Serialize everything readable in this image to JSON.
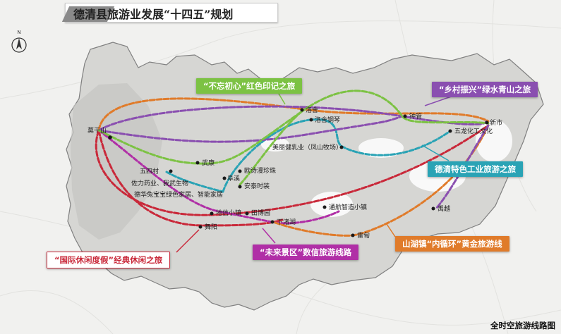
{
  "title": "德清县旅游业发展“十四五”规划",
  "north_label": "N",
  "caption": "全时空旅游线路图",
  "colors": {
    "route_red": "#c9293a",
    "route_orange": "#e07b2a",
    "route_green": "#7cc243",
    "route_purple": "#8a4fb0",
    "route_teal": "#2aa3b5",
    "county_fill": "#d9d9d6",
    "county_stroke": "#7a7a7a",
    "background": "#f3f3f1"
  },
  "routes": [
    {
      "id": "red",
      "label": "“国际休闲度假”经典休闲之旅",
      "color": "#c9293a",
      "text_color": "#c9293a",
      "bg": "#ffffff"
    },
    {
      "id": "purple_bright",
      "label": "“未来景区”数信旅游线路",
      "color": "#b02fa6",
      "text_color": "#ffffff",
      "bg": "#b02fa6"
    },
    {
      "id": "orange",
      "label": "山湖镇“内循环”黄金旅游线",
      "color": "#e07b2a",
      "text_color": "#ffffff",
      "bg": "#e07b2a"
    },
    {
      "id": "teal",
      "label": "德清特色工业旅游之旅",
      "color": "#2aa3b5",
      "text_color": "#ffffff",
      "bg": "#2aa3b5"
    },
    {
      "id": "purple",
      "label": "“乡村振兴”绿水青山之旅",
      "color": "#8a4fb0",
      "text_color": "#ffffff",
      "bg": "#8a4fb0"
    },
    {
      "id": "green",
      "label": "“不忘初心”红色印记之旅",
      "color": "#7cc243",
      "text_color": "#ffffff",
      "bg": "#7cc243"
    }
  ],
  "places": [
    {
      "id": "moganshan",
      "name": "莫干山"
    },
    {
      "id": "wusicun",
      "name": "五四村"
    },
    {
      "id": "zuolizhongye",
      "name": "佐力药业、我武生物"
    },
    {
      "id": "dehuatu",
      "name": "德华兔宝宝绿色家居、智能家居"
    },
    {
      "id": "wukang",
      "name": "武康"
    },
    {
      "id": "fuxi",
      "name": "阜溪"
    },
    {
      "id": "ouximan",
      "name": "欧诗漫珍珠"
    },
    {
      "id": "anqin",
      "name": "安泰时装"
    },
    {
      "id": "dixinxiaozhen",
      "name": "地信小镇"
    },
    {
      "id": "tianbowuyuan",
      "name": "田博园"
    },
    {
      "id": "wuyang",
      "name": "舞阳"
    },
    {
      "id": "xiazhuhu",
      "name": "下渚湖"
    },
    {
      "id": "luoshe",
      "name": "洛舍"
    },
    {
      "id": "luoshegangqin",
      "name": "洛舍钢琴"
    },
    {
      "id": "meilijianruye",
      "name": "美丽健乳业（凤山牧场）"
    },
    {
      "id": "zhongguan",
      "name": "钟管"
    },
    {
      "id": "xinshi",
      "name": "新市"
    },
    {
      "id": "wulonghuagong",
      "name": "五龙化工文化"
    },
    {
      "id": "tonghang",
      "name": "通航智造小镇"
    },
    {
      "id": "leidian",
      "name": "雷甸"
    },
    {
      "id": "yuyue",
      "name": "禹越"
    }
  ]
}
